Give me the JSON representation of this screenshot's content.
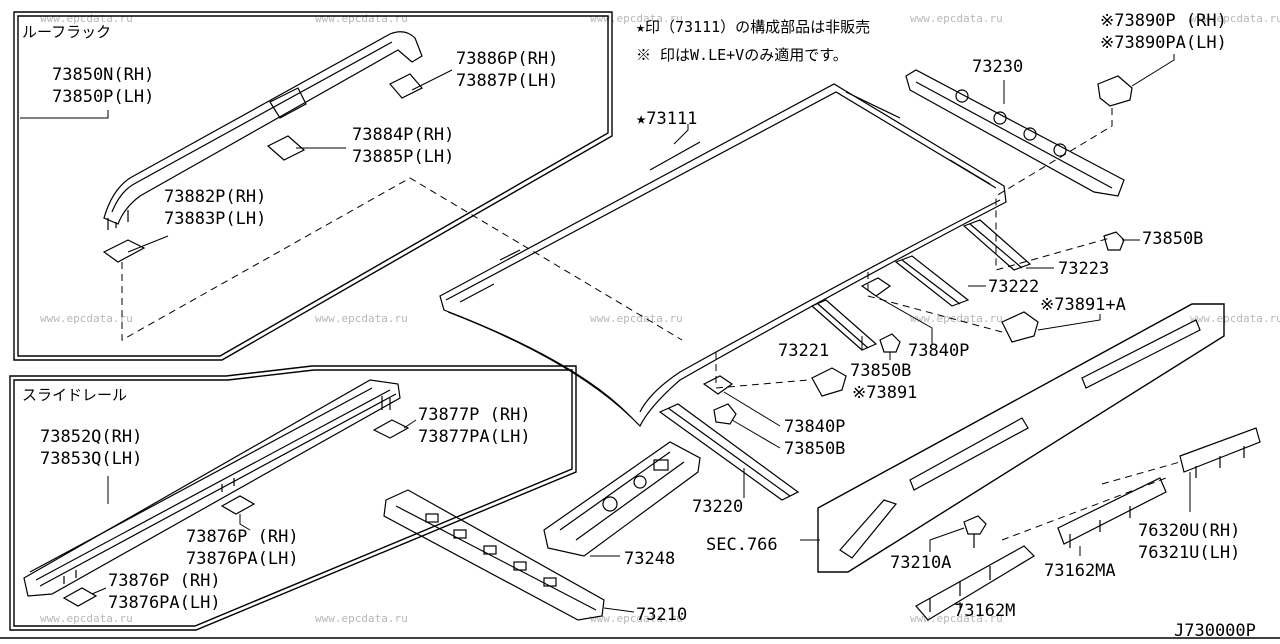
{
  "watermark": "www.epcdata.ru",
  "notes": {
    "line1": "★印（73111）の構成部品は非販売",
    "line2": "※ 印はW.LE+Vのみ適用です。"
  },
  "sections": {
    "roof_rack": "ルーフラック",
    "slide_rail": "スライドレール"
  },
  "labels": {
    "p73850n": "73850N(RH)",
    "p73850p": "73850P(LH)",
    "p73886p": "73886P(RH)",
    "p73887p": "73887P(LH)",
    "p73884p": "73884P(RH)",
    "p73885p": "73885P(LH)",
    "p73882p": "73882P(RH)",
    "p73883p": "73883P(LH)",
    "p73111": "★73111",
    "p73230": "73230",
    "p73890p": "※73890P (RH)",
    "p73890pa": "※73890PA(LH)",
    "p73850b_1": "73850B",
    "p73223": "73223",
    "p73222": "73222",
    "p73891a": "※73891+A",
    "p73221": "73221",
    "p73840p_1": "73840P",
    "p73850b_2": "73850B",
    "p73891": "※73891",
    "p73840p_2": "73840P",
    "p73850b_3": "73850B",
    "p73220": "73220",
    "p73248": "73248",
    "p73210": "73210",
    "sec766": "SEC.766",
    "p73210a": "73210A",
    "p73162ma": "73162MA",
    "p73162m": "73162M",
    "p76320u": "76320U(RH)",
    "p76321u": "76321U(LH)",
    "p73852q": "73852Q(RH)",
    "p73853q": "73853Q(LH)",
    "p73877p": "73877P (RH)",
    "p73877pa": "73877PA(LH)",
    "p73876p_1": "73876P (RH)",
    "p73876pa_1": "73876PA(LH)",
    "p73876p_2": "73876P (RH)",
    "p73876pa_2": "73876PA(LH)",
    "diagram_code": "J730000P"
  }
}
